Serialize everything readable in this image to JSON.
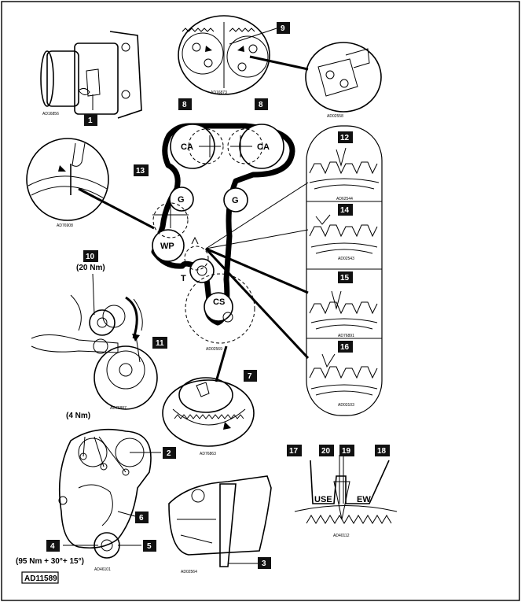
{
  "callouts": {
    "c1": "1",
    "c2": "2",
    "c3": "3",
    "c4": "4",
    "c5": "5",
    "c6": "6",
    "c7": "7",
    "c8a": "8",
    "c8b": "8",
    "c9": "9",
    "c10": "10",
    "c11": "11",
    "c12": "12",
    "c13": "13",
    "c14": "14",
    "c15": "15",
    "c16": "16",
    "c17": "17",
    "c18": "18",
    "c19": "19",
    "c20": "20"
  },
  "pulleys": {
    "ca_left": "CA",
    "ca_right": "CA",
    "g_left": "G",
    "g_right": "G",
    "wp": "WP",
    "t": "T",
    "cs": "CS"
  },
  "torques": {
    "t10": "(20 Nm)",
    "t2": "(4 Nm)",
    "t4": "(95 Nm + 30°+ 15°)"
  },
  "codes": {
    "tensioner_detail": "AD16856",
    "cam_detail": "AD16873",
    "cam_tool": "AD02558",
    "wp_detail": "AD76908",
    "tension_tool": "AD76887",
    "cs_system": "AD02569",
    "cs_detail": "AD76863",
    "tooth12": "AD62544",
    "tooth14": "AD02543",
    "tooth15": "AD76891",
    "tooth16": "AD03103",
    "cover": "AD46101",
    "crank_tool": "AD02564",
    "use_new": "AD40112"
  },
  "wheel_text": {
    "left": "USE",
    "right": "EW"
  },
  "figure_ref": "AD11589"
}
